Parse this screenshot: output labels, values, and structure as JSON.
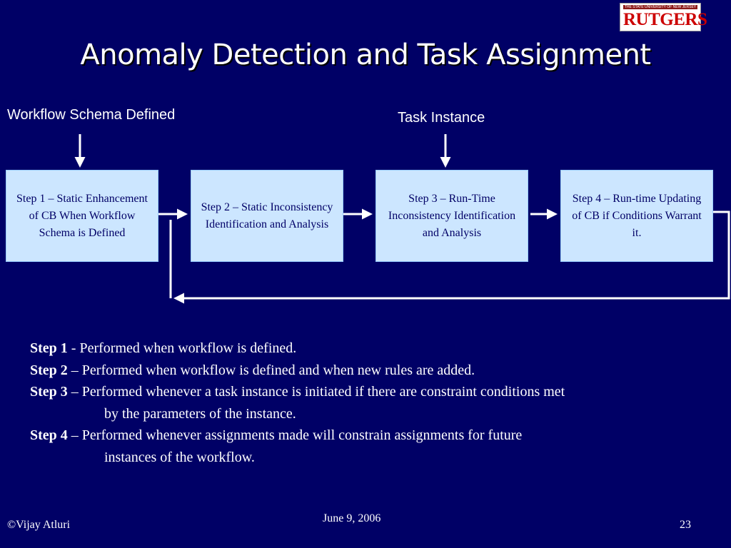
{
  "logo": {
    "top_text": "THE STATE UNIVERSITY OF NEW JERSEY",
    "name": "RUTGERS"
  },
  "title": "Anomaly Detection and Task Assignment",
  "inputs": {
    "workflow_schema": "Workflow Schema Defined",
    "task_instance": "Task Instance"
  },
  "steps": [
    {
      "label": "Step 1 – Static Enhancement of CB When Workflow Schema is Defined"
    },
    {
      "label": "Step 2 – Static Inconsistency Identification and Analysis"
    },
    {
      "label": "Step 3 – Run-Time Inconsistency Identification and Analysis"
    },
    {
      "label": "Step 4 – Run-time Updating of CB if Conditions Warrant it."
    }
  ],
  "notes": [
    {
      "step": "Step 1",
      "sep": " - ",
      "line1": "Performed when workflow is defined.",
      "line2": ""
    },
    {
      "step": "Step 2",
      "sep": " – ",
      "line1": "Performed when workflow is defined and when new rules are added.",
      "line2": ""
    },
    {
      "step": "Step 3",
      "sep": " – ",
      "line1": "Performed whenever a task instance is initiated if there are constraint conditions met",
      "line2": "by the parameters of the instance."
    },
    {
      "step": "Step 4",
      "sep": " – ",
      "line1": "Performed whenever assignments made will constrain assignments for future",
      "line2": "instances of the workflow."
    }
  ],
  "footer": {
    "author": "©Vijay Atluri",
    "date": "June 9, 2006",
    "page": "23"
  },
  "colors": {
    "background": "#000066",
    "box_fill": "#cce6ff",
    "box_text": "#000066",
    "arrow": "#ffffff"
  }
}
